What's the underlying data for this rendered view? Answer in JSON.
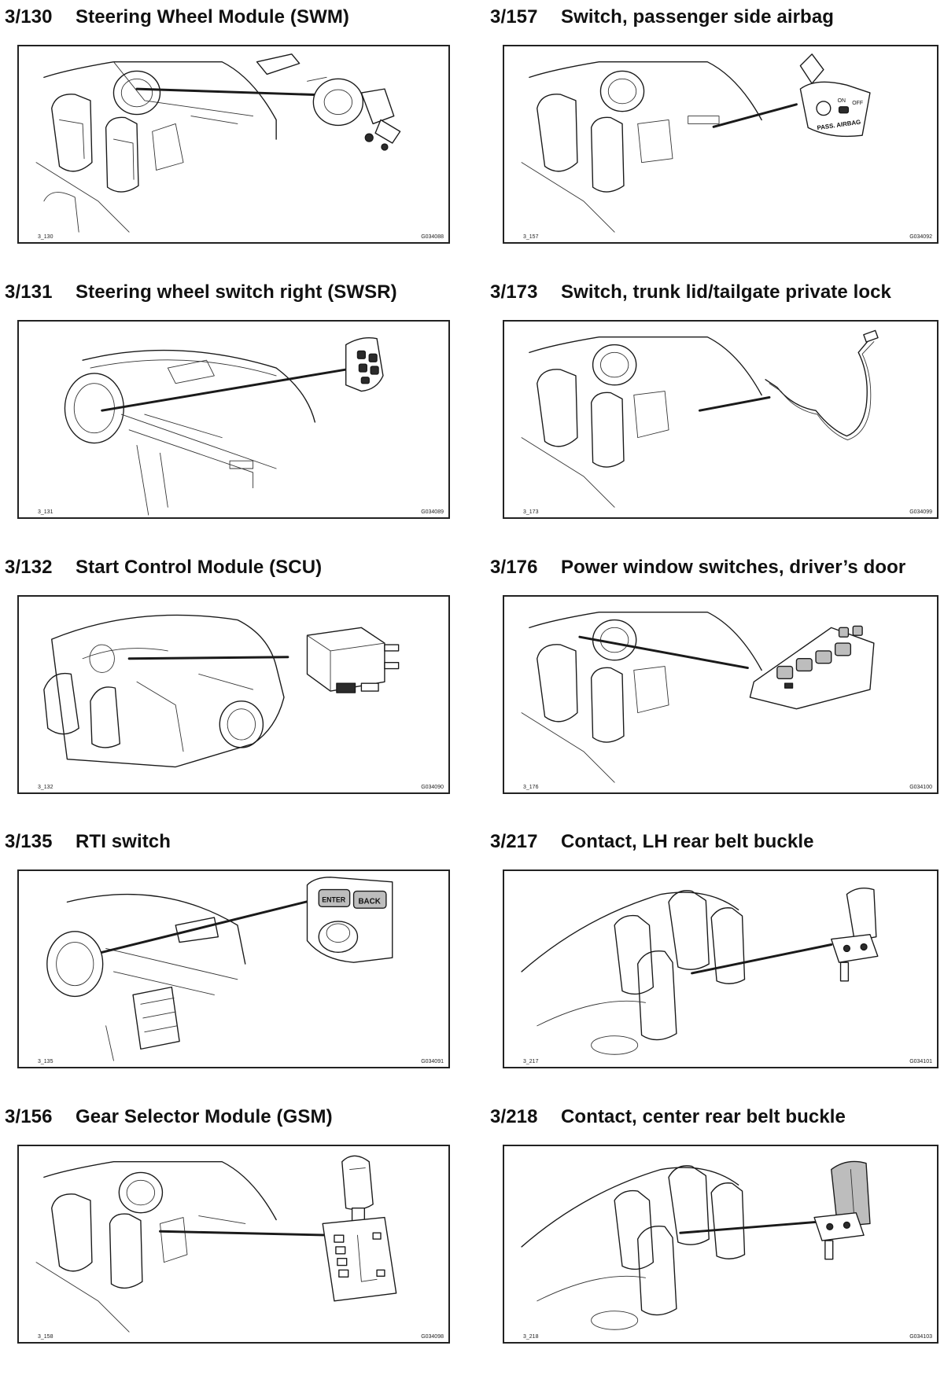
{
  "entries": {
    "left": [
      {
        "code": "3/130",
        "label": "Steering Wheel Module (SWM)",
        "fig_left": "3_130",
        "fig_right": "G034088",
        "component_icon": "clock-spring-module-icon"
      },
      {
        "code": "3/131",
        "label": "Steering wheel switch right (SWSR)",
        "fig_left": "3_131",
        "fig_right": "G034089",
        "component_icon": "steering-switch-panel-icon"
      },
      {
        "code": "3/132",
        "label": "Start Control Module (SCU)",
        "fig_left": "3_132",
        "fig_right": "G034090",
        "component_icon": "control-module-icon"
      },
      {
        "code": "3/135",
        "label": "RTI switch",
        "fig_left": "3_135",
        "fig_right": "G034091",
        "component_icon": "rti-switch-icon"
      },
      {
        "code": "3/156",
        "label": "Gear Selector Module (GSM)",
        "fig_left": "3_158",
        "fig_right": "G034098",
        "component_icon": "gear-selector-icon"
      }
    ],
    "right": [
      {
        "code": "3/157",
        "label": "Switch, passenger side airbag",
        "fig_left": "3_157",
        "fig_right": "G034092",
        "component_icon": "airbag-switch-icon",
        "component_text": "PASS. AIRBAG"
      },
      {
        "code": "3/173",
        "label": "Switch, trunk lid/tailgate private lock",
        "fig_left": "3_173",
        "fig_right": "G034099",
        "component_icon": "wiring-switch-icon"
      },
      {
        "code": "3/176",
        "label": "Power window switches, driver’s door",
        "fig_left": "3_176",
        "fig_right": "G034100",
        "component_icon": "window-switch-panel-icon"
      },
      {
        "code": "3/217",
        "label": "Contact, LH rear belt buckle",
        "fig_left": "3_217",
        "fig_right": "G034101",
        "component_icon": "belt-buckle-icon"
      },
      {
        "code": "3/218",
        "label": "Contact, center rear belt buckle",
        "fig_left": "3_218",
        "fig_right": "G034103",
        "component_icon": "belt-buckle-icon"
      }
    ]
  },
  "rti_button_text": {
    "upper": "BACK",
    "lower": "ENTER"
  },
  "airbag_switch_text": {
    "on": "ON",
    "off": "OFF"
  }
}
